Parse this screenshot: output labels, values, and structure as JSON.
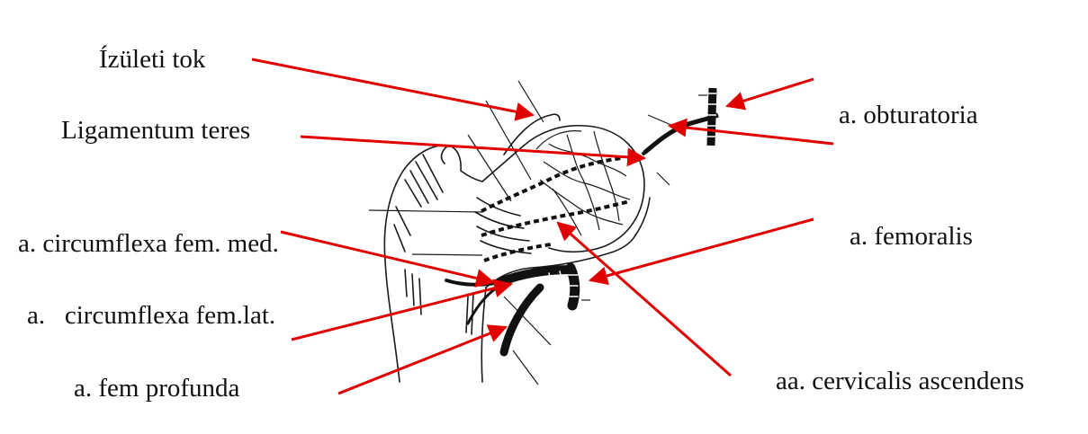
{
  "labels": {
    "capsule": "Ízületi tok",
    "lig_teres": "Ligamentum teres",
    "circ_med": "a. circumflexa fem. med.",
    "circ_lat": "a.   circumflexa fem.lat.",
    "fem_profunda": "a. fem profunda",
    "obturatoria": "a. obturatoria",
    "femoralis": "a. femoralis",
    "cervicalis": "aa. cervicalis ascendens"
  },
  "colors": {
    "pointer": "#e00000",
    "ink": "#111111"
  }
}
